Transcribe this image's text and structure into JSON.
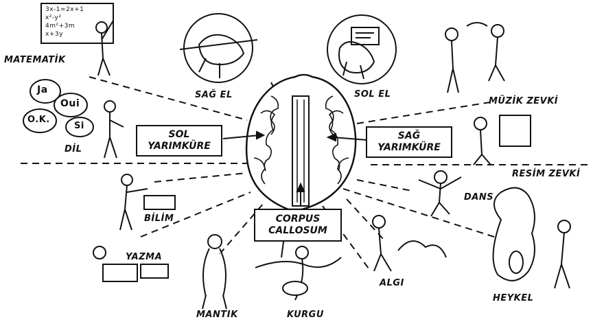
{
  "labels": {
    "matematik": "MATEMATİK",
    "dil": "DİL",
    "bilim": "BİLİM",
    "yazma": "YAZMA",
    "mantik": "MANTIK",
    "kurgu": "KURGU",
    "algi": "ALGI",
    "heykel": "HEYKEL",
    "dans": "DANS",
    "resim_zevki": "RESİM ZEVKİ",
    "muzik_zevki": "MÜZİK ZEVKİ",
    "sag_el": "SAĞ EL",
    "sol_el": "SOL EL"
  },
  "boxes": {
    "sol_yarimkure": [
      "SOL",
      "YARIMKÜRE"
    ],
    "sag_yarimkure": [
      "SAĞ",
      "YARIMKÜRE"
    ],
    "corpus_callosum": [
      "CORPUS",
      "CALLOSUM"
    ]
  },
  "speech": {
    "ja": "Ja",
    "oui": "Oui",
    "ok": "O.K.",
    "si": "Si"
  },
  "chalkboard": [
    "3x-1=2x+1",
    "x²-y²",
    "4m²+3m",
    "x+3y"
  ],
  "icons": [
    "brain-icon",
    "right-hand-pen-icon",
    "left-hand-card-icon",
    "person-icon"
  ]
}
